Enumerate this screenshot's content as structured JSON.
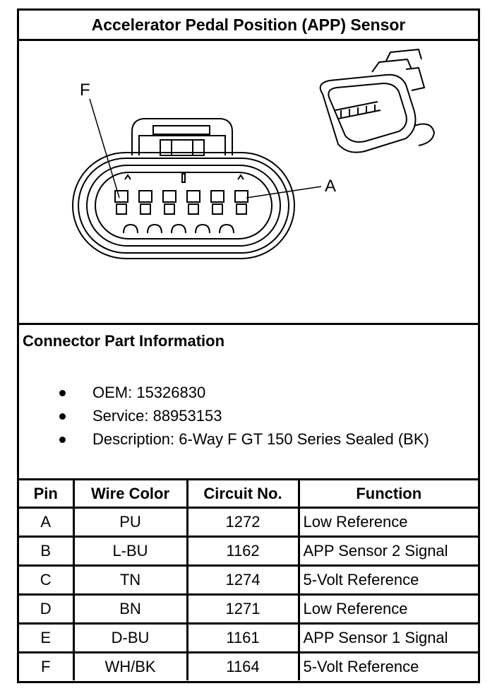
{
  "title": "Accelerator Pedal Position (APP) Sensor",
  "figure": {
    "callout_first": "F",
    "callout_last": "A"
  },
  "connector_info": {
    "heading": "Connector Part Information",
    "items": [
      "OEM: 15326830",
      "Service: 88953153",
      "Description: 6-Way F GT 150 Series Sealed (BK)"
    ]
  },
  "pin_table": {
    "headers": [
      "Pin",
      "Wire Color",
      "Circuit No.",
      "Function"
    ],
    "rows": [
      [
        "A",
        "PU",
        "1272",
        "Low Reference"
      ],
      [
        "B",
        "L-BU",
        "1162",
        "APP Sensor 2 Signal"
      ],
      [
        "C",
        "TN",
        "1274",
        "5-Volt Reference"
      ],
      [
        "D",
        "BN",
        "1271",
        "Low Reference"
      ],
      [
        "E",
        "D-BU",
        "1161",
        "APP Sensor 1 Signal"
      ],
      [
        "F",
        "WH/BK",
        "1164",
        "5-Volt Reference"
      ]
    ]
  }
}
